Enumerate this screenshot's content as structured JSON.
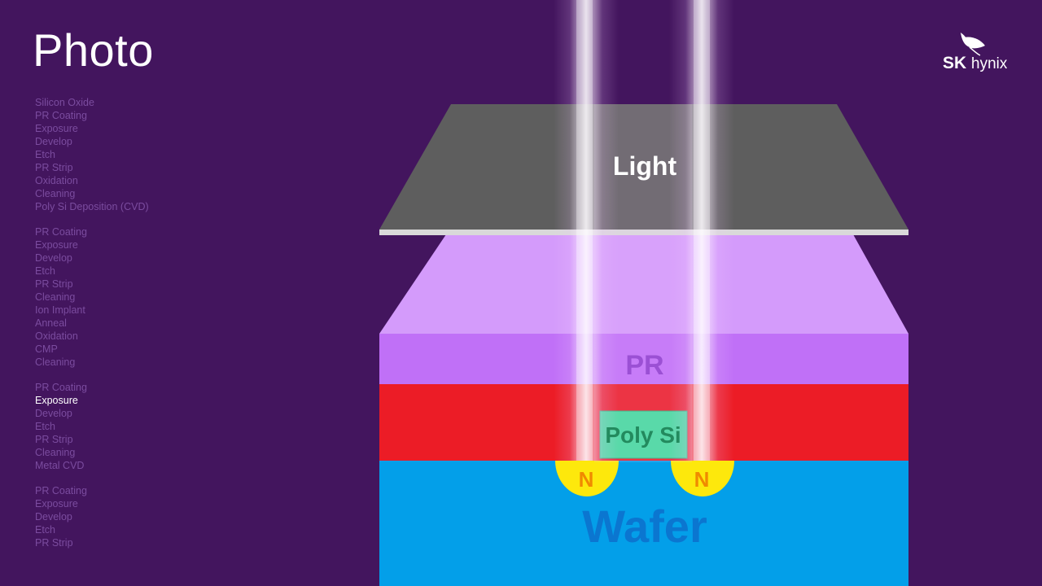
{
  "title": "Photo",
  "brand": {
    "name_sk": "SK",
    "name_hynix": "hynix",
    "logo_icon": "butterfly-icon",
    "color": "#ffffff"
  },
  "process_steps": [
    [
      "Silicon Oxide",
      "PR Coating",
      "Exposure",
      "Develop",
      "Etch",
      "PR Strip",
      "Oxidation",
      "Cleaning",
      "Poly Si Deposition (CVD)"
    ],
    [
      "PR Coating",
      "Exposure",
      "Develop",
      "Etch",
      "PR Strip",
      "Cleaning",
      "Ion Implant",
      "Anneal",
      "Oxidation",
      "CMP",
      "Cleaning"
    ],
    [
      "PR Coating",
      "Exposure",
      "Develop",
      "Etch",
      "PR Strip",
      "Cleaning",
      "Metal CVD"
    ],
    [
      "PR Coating",
      "Exposure",
      "Develop",
      "Etch",
      "PR Strip"
    ]
  ],
  "active_step": {
    "group": 2,
    "index": 1
  },
  "diagram": {
    "mask_label": "Light",
    "pr_label": "PR",
    "poly_label": "Poly Si",
    "n_left_label": "N",
    "n_right_label": "N",
    "wafer_label": "Wafer",
    "colors": {
      "background": "#43155e",
      "mask": "#5e5e5e",
      "pr_top": "#d49bfb",
      "pr_front": "#c070f7",
      "oxide": "#ec1c26",
      "poly": "#41dc9b",
      "wafer": "#039fe9",
      "n_region": "#fde80c",
      "step_text": "#7b4c9f",
      "active_step_text": "#ffffff"
    }
  }
}
